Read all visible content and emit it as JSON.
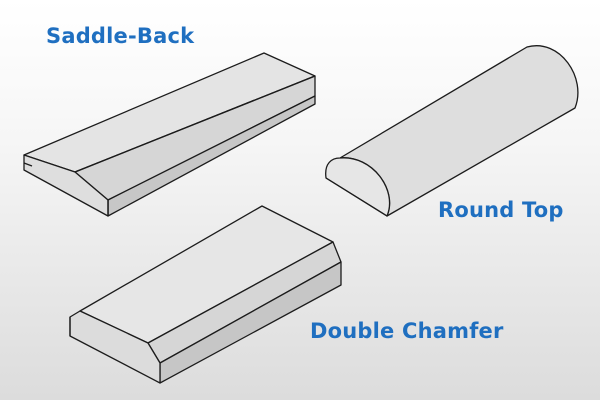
{
  "labels": {
    "saddle_back": "Saddle-Back",
    "round_top": "Round Top",
    "double_chamfer": "Double Chamfer"
  },
  "colors": {
    "label_text": "#1f6fc0",
    "face_top": "#e6e6e6",
    "face_slope": "#d4d4d4",
    "face_front": "#c8c8c8",
    "outline": "#1c1c1c"
  }
}
